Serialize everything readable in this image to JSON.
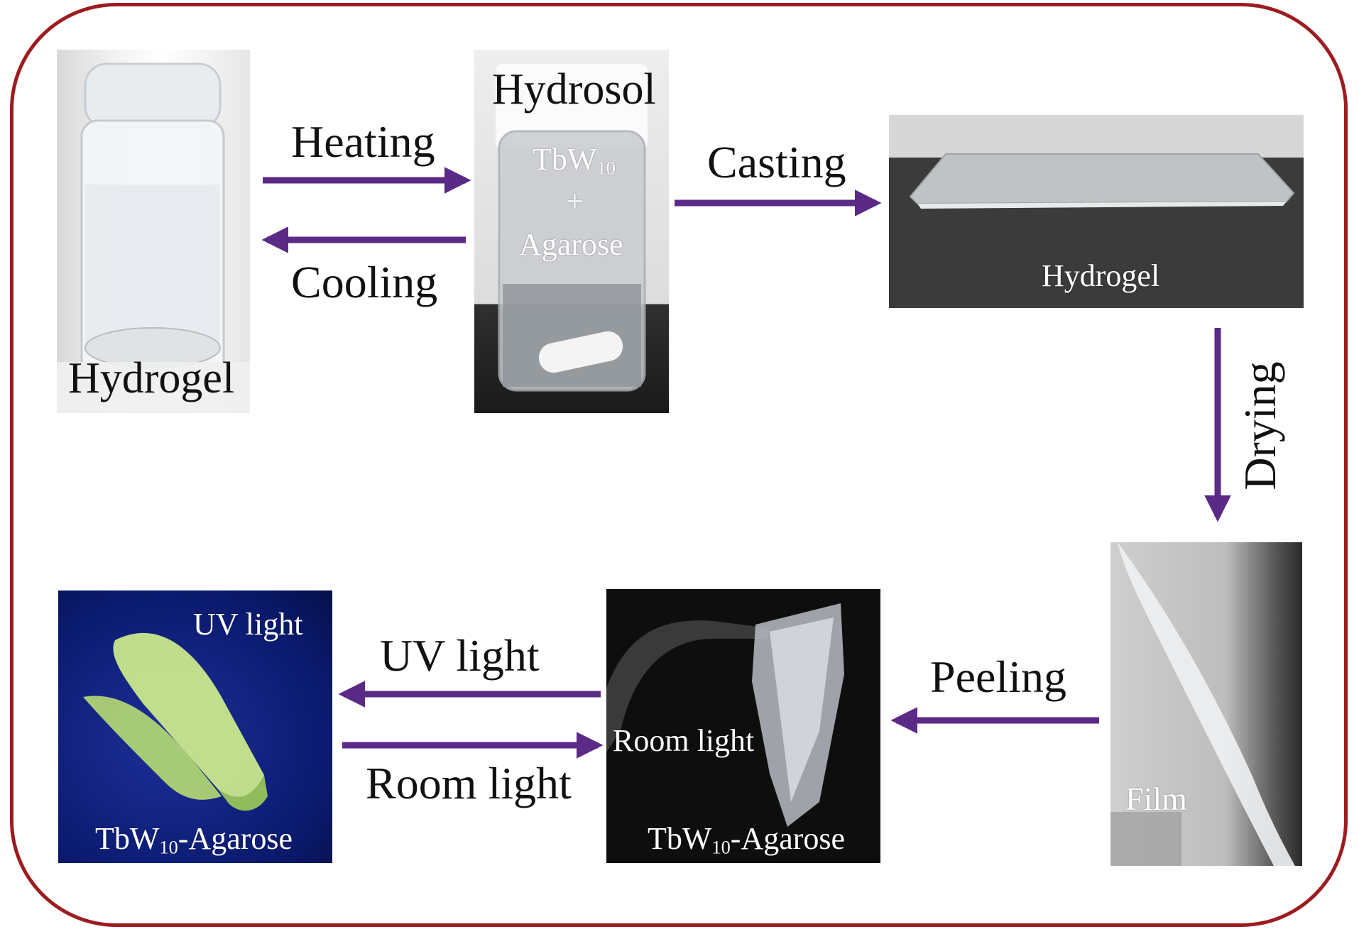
{
  "colors": {
    "frame": "#9c1c1f",
    "arrow": "#5b2a86",
    "uv_background": "#0a1a6e",
    "film_glow": "#c9e88c"
  },
  "steps": {
    "heating": "Heating",
    "cooling": "Cooling",
    "casting": "Casting",
    "drying": "Drying",
    "peeling": "Peeling",
    "uv_light": "UV light",
    "room_light": "Room light"
  },
  "photos": {
    "vial_gel": {
      "label": "Hydrogel"
    },
    "vial_sol": {
      "title": "Hydrosol",
      "component_1_base": "TbW",
      "component_1_sub": "10",
      "plus": "+",
      "component_2": "Agarose"
    },
    "slab_gel": {
      "label": "Hydrogel"
    },
    "film": {
      "label": "Film"
    },
    "room_film": {
      "label_light": "Room light",
      "label_base": "TbW",
      "label_sub": "10",
      "label_rest": "-Agarose"
    },
    "uv_film": {
      "label_light": "UV light",
      "label_base": "TbW",
      "label_sub": "10",
      "label_rest": "-Agarose"
    }
  }
}
